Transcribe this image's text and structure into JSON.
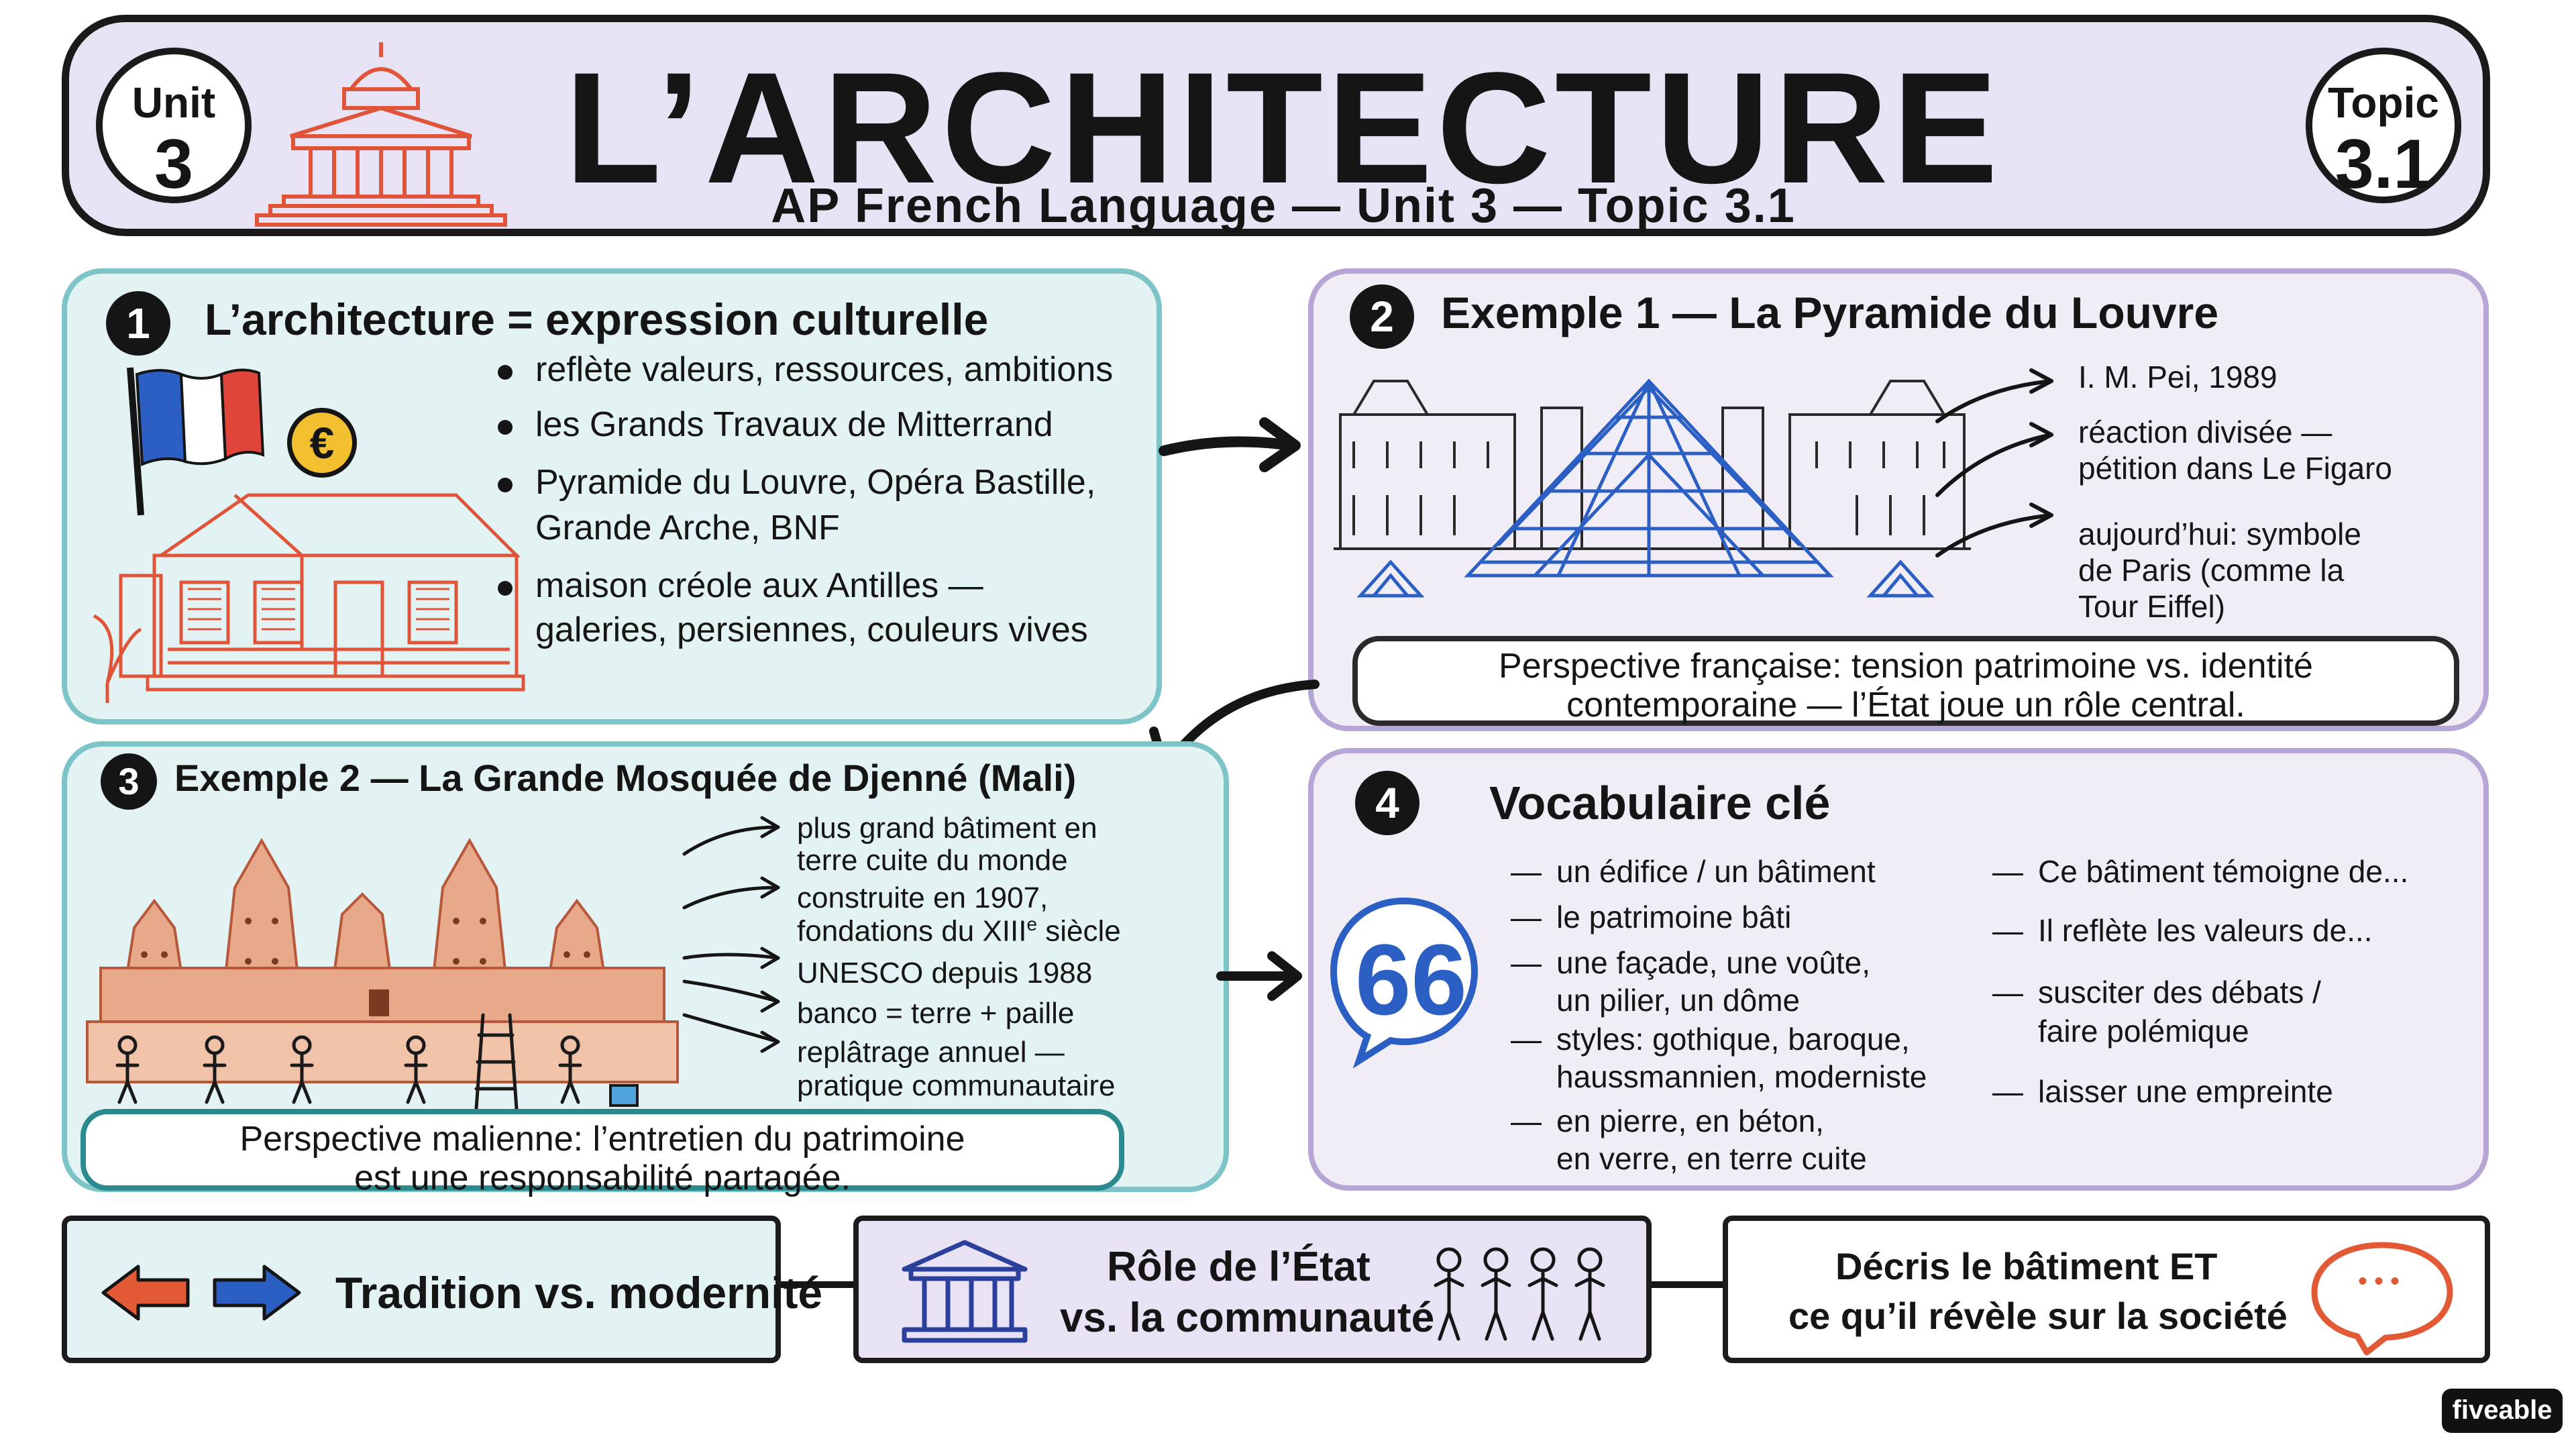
{
  "header": {
    "badge_left": {
      "small": "Unit",
      "big": "3"
    },
    "badge_right": {
      "small": "Topic",
      "big": "3.1"
    },
    "title": "L’ARCHITECTURE",
    "subtitle": "AP French Language — Unit 3 — Topic 3.1"
  },
  "panel1": {
    "number": "1",
    "title": "L’architecture = expression culturelle",
    "bullets": [
      "reflète valeurs, ressources, ambitions",
      "les Grands Travaux de Mitterrand",
      "Pyramide du Louvre, Opéra Bastille,",
      "Grande Arche, BNF",
      "maison créole aux Antilles —",
      "galeries, persiennes, couleurs vives"
    ],
    "euro_symbol": "€"
  },
  "panel2": {
    "number": "2",
    "title": "Exemple 1 — La Pyramide du Louvre",
    "notes": [
      "I. M. Pei, 1989",
      "réaction divisée —",
      "pétition dans Le Figaro",
      "aujourd’hui: symbole",
      "de Paris (comme la",
      "Tour Eiffel)"
    ],
    "perspective": [
      "Perspective française: tension patrimoine vs. identité",
      "contemporaine  —  l’État joue un rôle central."
    ]
  },
  "panel3": {
    "number": "3",
    "title": "Exemple 2 — La Grande Mosquée de Djenné (Mali)",
    "notes": [
      "plus grand bâtiment en",
      "terre cuite du monde",
      "construite en 1907,",
      "fondations du XIII",
      "e",
      " siècle",
      "UNESCO depuis 1988",
      "banco = terre + paille",
      "replâtrage annuel —",
      "pratique communautaire"
    ],
    "perspective": [
      "Perspective malienne: l’entretien du patrimoine",
      "est une responsabilité partagée."
    ]
  },
  "panel4": {
    "number": "4",
    "title": "Vocabulaire clé",
    "quote_mark": "66",
    "left_items": [
      "un édifice / un bâtiment",
      "le patrimoine bâti",
      "une façade, une voûte,",
      "un pilier, un dôme",
      "styles: gothique, baroque,",
      "haussmannien, moderniste",
      "en pierre, en béton,",
      "en verre, en terre cuite"
    ],
    "right_items": [
      "Ce bâtiment témoigne de...",
      "Il reflète les valeurs de...",
      "susciter des débats /",
      "faire polémique",
      "laisser une empreinte"
    ]
  },
  "bottom": {
    "box1": "Tradition vs. modernité",
    "box2": [
      "Rôle de l’État",
      "vs. la communauté"
    ],
    "box3": [
      "Décris le bâtiment ET",
      "ce qu’il révèle sur la société"
    ],
    "dots": "•••"
  },
  "brand": "fiveable",
  "colors": {
    "teal": "#7cc4c7",
    "teal_fill": "#e3f2f2",
    "purple": "#b6a6d6",
    "purple_fill": "#f1edf7",
    "red": "#e25a35",
    "blue": "#2b5fc4"
  }
}
